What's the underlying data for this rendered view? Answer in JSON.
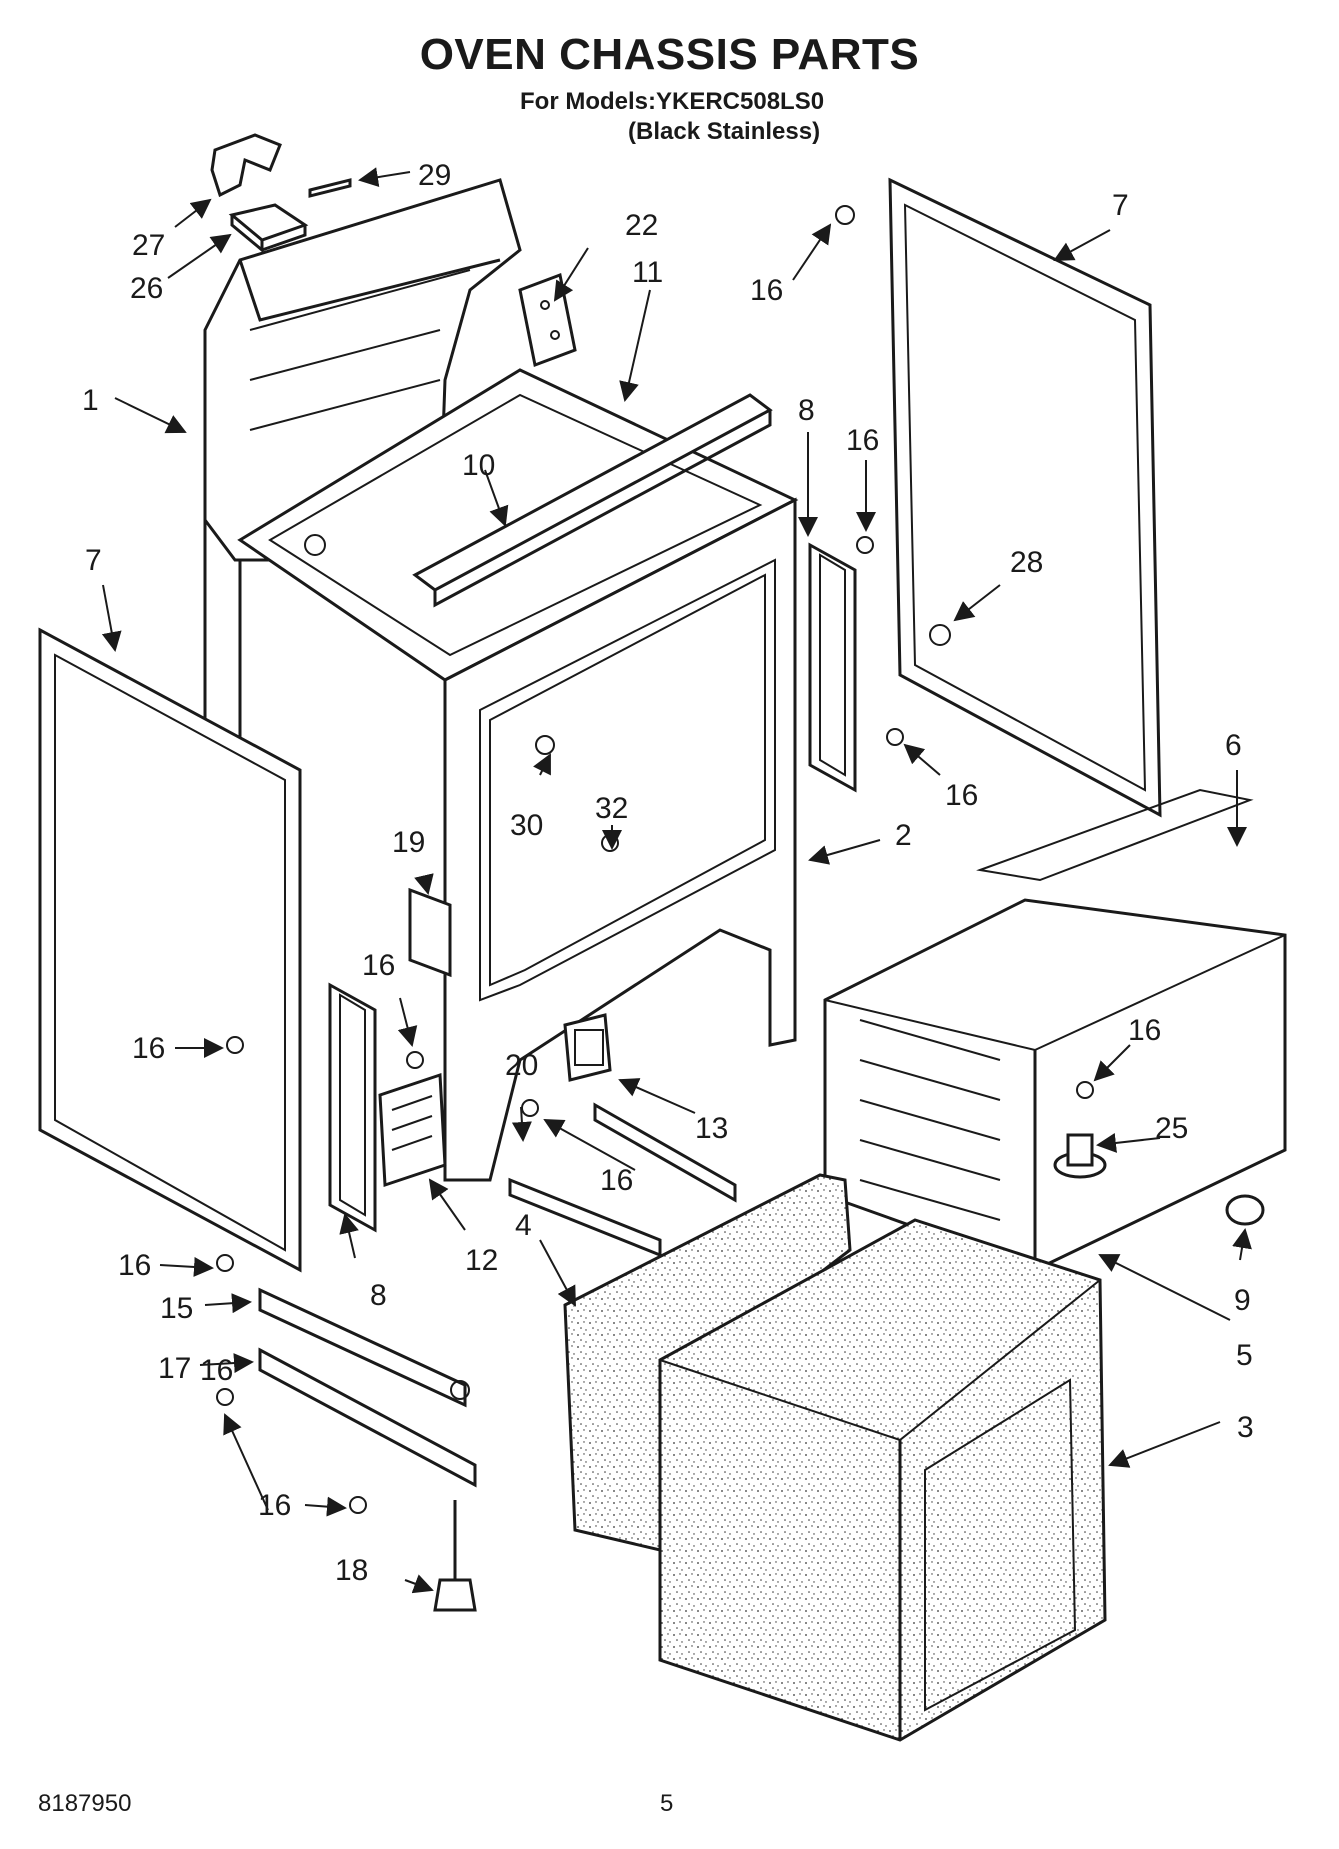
{
  "header": {
    "title": "OVEN CHASSIS PARTS",
    "models_line": "For Models:YKERC508LS0",
    "finish_line": "(Black Stainless)"
  },
  "footer": {
    "doc_number": "8187950",
    "page_number": "5"
  },
  "callouts": [
    {
      "id": "c1",
      "label": "1"
    },
    {
      "id": "c2",
      "label": "2"
    },
    {
      "id": "c3",
      "label": "3"
    },
    {
      "id": "c4",
      "label": "4"
    },
    {
      "id": "c5",
      "label": "5"
    },
    {
      "id": "c6",
      "label": "6"
    },
    {
      "id": "c7a",
      "label": "7"
    },
    {
      "id": "c7b",
      "label": "7"
    },
    {
      "id": "c8a",
      "label": "8"
    },
    {
      "id": "c8b",
      "label": "8"
    },
    {
      "id": "c9",
      "label": "9"
    },
    {
      "id": "c10",
      "label": "10"
    },
    {
      "id": "c11",
      "label": "11"
    },
    {
      "id": "c12",
      "label": "12"
    },
    {
      "id": "c13",
      "label": "13"
    },
    {
      "id": "c15",
      "label": "15"
    },
    {
      "id": "c16a",
      "label": "16"
    },
    {
      "id": "c16b",
      "label": "16"
    },
    {
      "id": "c16c",
      "label": "16"
    },
    {
      "id": "c16d",
      "label": "16"
    },
    {
      "id": "c16e",
      "label": "16"
    },
    {
      "id": "c16f",
      "label": "16"
    },
    {
      "id": "c16g",
      "label": "16"
    },
    {
      "id": "c16h",
      "label": "16"
    },
    {
      "id": "c16i",
      "label": "16"
    },
    {
      "id": "c16j",
      "label": "16"
    },
    {
      "id": "c17",
      "label": "17"
    },
    {
      "id": "c18",
      "label": "18"
    },
    {
      "id": "c19",
      "label": "19"
    },
    {
      "id": "c20",
      "label": "20"
    },
    {
      "id": "c22",
      "label": "22"
    },
    {
      "id": "c25",
      "label": "25"
    },
    {
      "id": "c26",
      "label": "26"
    },
    {
      "id": "c27",
      "label": "27"
    },
    {
      "id": "c28",
      "label": "28"
    },
    {
      "id": "c29",
      "label": "29"
    },
    {
      "id": "c30",
      "label": "30"
    },
    {
      "id": "c32",
      "label": "32"
    }
  ]
}
